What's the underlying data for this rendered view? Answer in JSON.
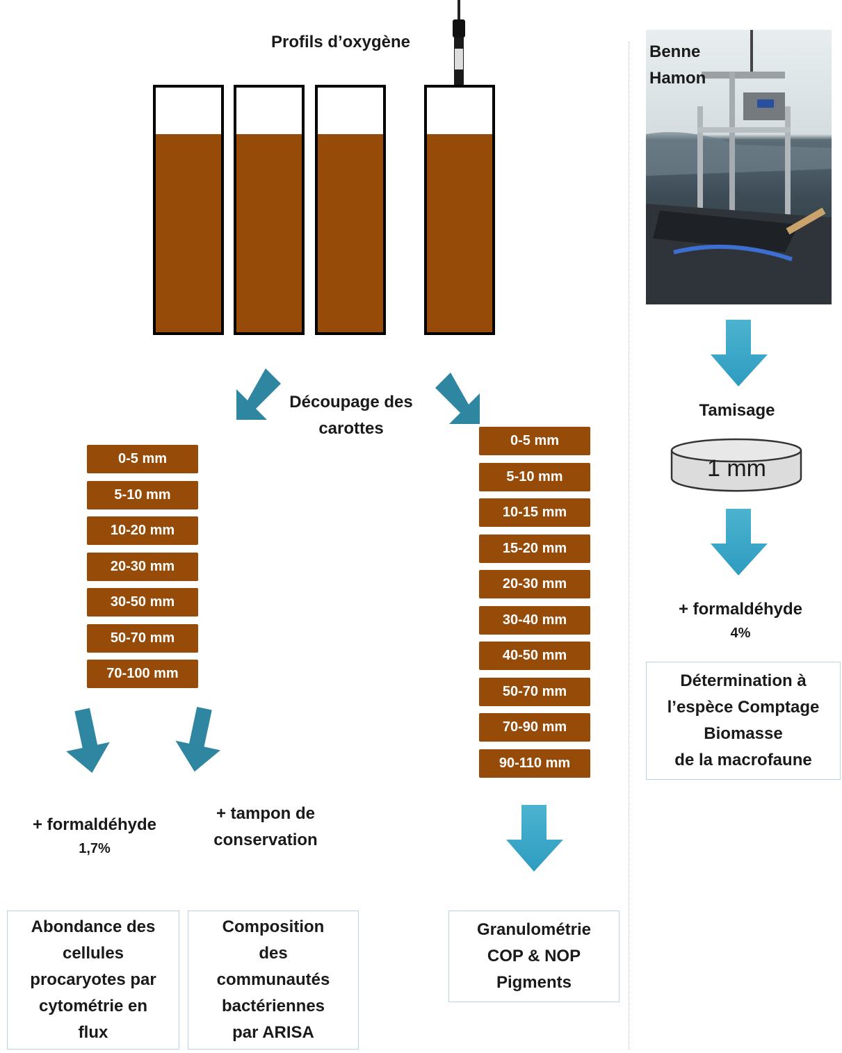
{
  "top_title": "Profils d’oxygène",
  "center_label": "Découpage des\ncarottes",
  "left_slices": [
    "0-5 mm",
    "5-10 mm",
    "10-20 mm",
    "20-30 mm",
    "30-50 mm",
    "50-70 mm",
    "70-100 mm"
  ],
  "right_slices": [
    "0-5 mm",
    "5-10 mm",
    "10-15 mm",
    "15-20 mm",
    "20-30 mm",
    "30-40 mm",
    "40-50 mm",
    "50-70 mm",
    "70-90 mm",
    "90-110 mm"
  ],
  "treatment_formaldehyde": "+ formaldéhyde",
  "treatment_formaldehyde_pct": "1,7%",
  "treatment_buffer": "+ tampon de\nconservation",
  "box_abondance": "Abondance des\ncellules\nprocaryotes par\ncytométrie en\nflux",
  "box_composition": "Composition\ndes\ncommunautés\nbactériennes\npar ARISA",
  "box_granulo": "Granulométrie\nCOP & NOP\nPigments",
  "right_panel": {
    "photo_label": "Benne\nHamon",
    "tamisage": "Tamisage",
    "sieve_label": "1 mm",
    "formaldehyde": "+ formaldéhyde",
    "formaldehyde_pct": "4%",
    "box_macrofaune": "Détermination à\nl’espèce Comptage\nBiomasse\nde la macrofaune"
  },
  "colors": {
    "sediment": "#964B08",
    "arrow_dark": "#2e86a0",
    "arrow_light": "#4cb3d0",
    "box_border": "#b8d4e0"
  }
}
